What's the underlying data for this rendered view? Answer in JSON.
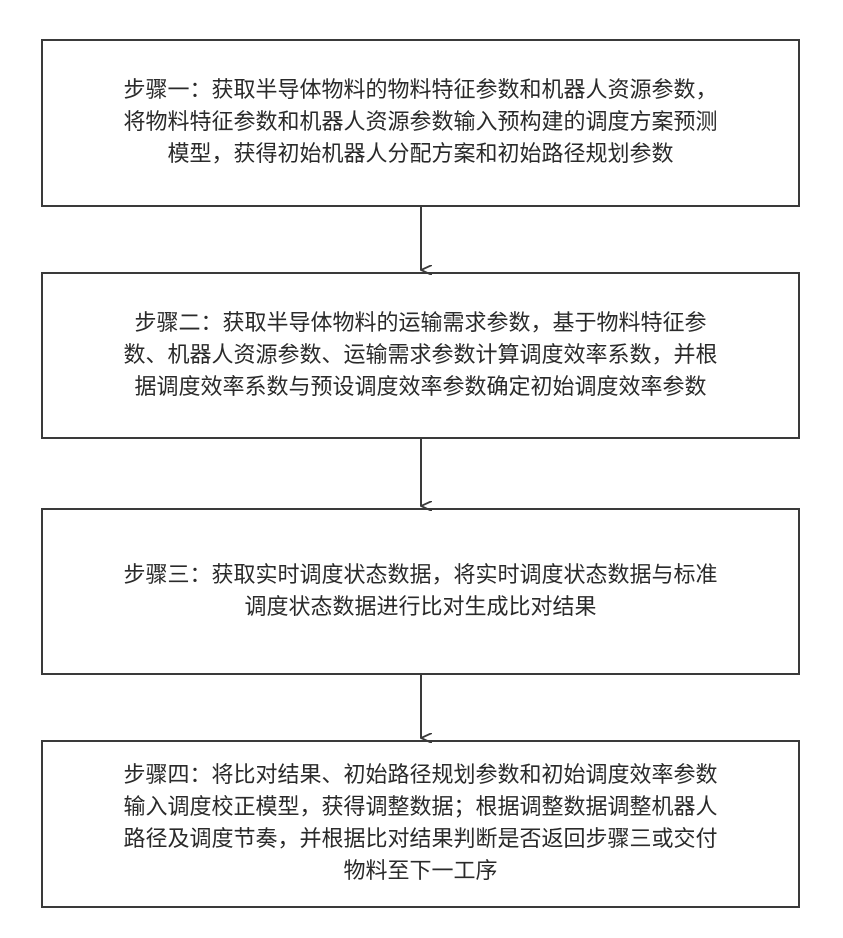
{
  "steps": [
    {
      "text": "步骤一：获取半导体物料的物料特征参数和机器人资源参数，\n将物料特征参数和机器人资源参数输入预构建的调度方案预测\n模型，获得初始机器人分配方案和初始路径规划参数"
    },
    {
      "text": "步骤二：获取半导体物料的运输需求参数，基于物料特征参\n数、机器人资源参数、运输需求参数计算调度效率系数，并根\n据调度效率系数与预设调度效率参数确定初始调度效率参数"
    },
    {
      "text": "步骤三：获取实时调度状态数据，将实时调度状态数据与标准\n调度状态数据进行比对生成比对结果"
    },
    {
      "text": "步骤四：将比对结果、初始路径规划参数和初始调度效率参数\n输入调度校正模型，获得调整数据；根据调整数据调整机器人\n路径及调度节奏，并根据比对结果判断是否返回步骤三或交付\n物料至下一工序"
    }
  ]
}
